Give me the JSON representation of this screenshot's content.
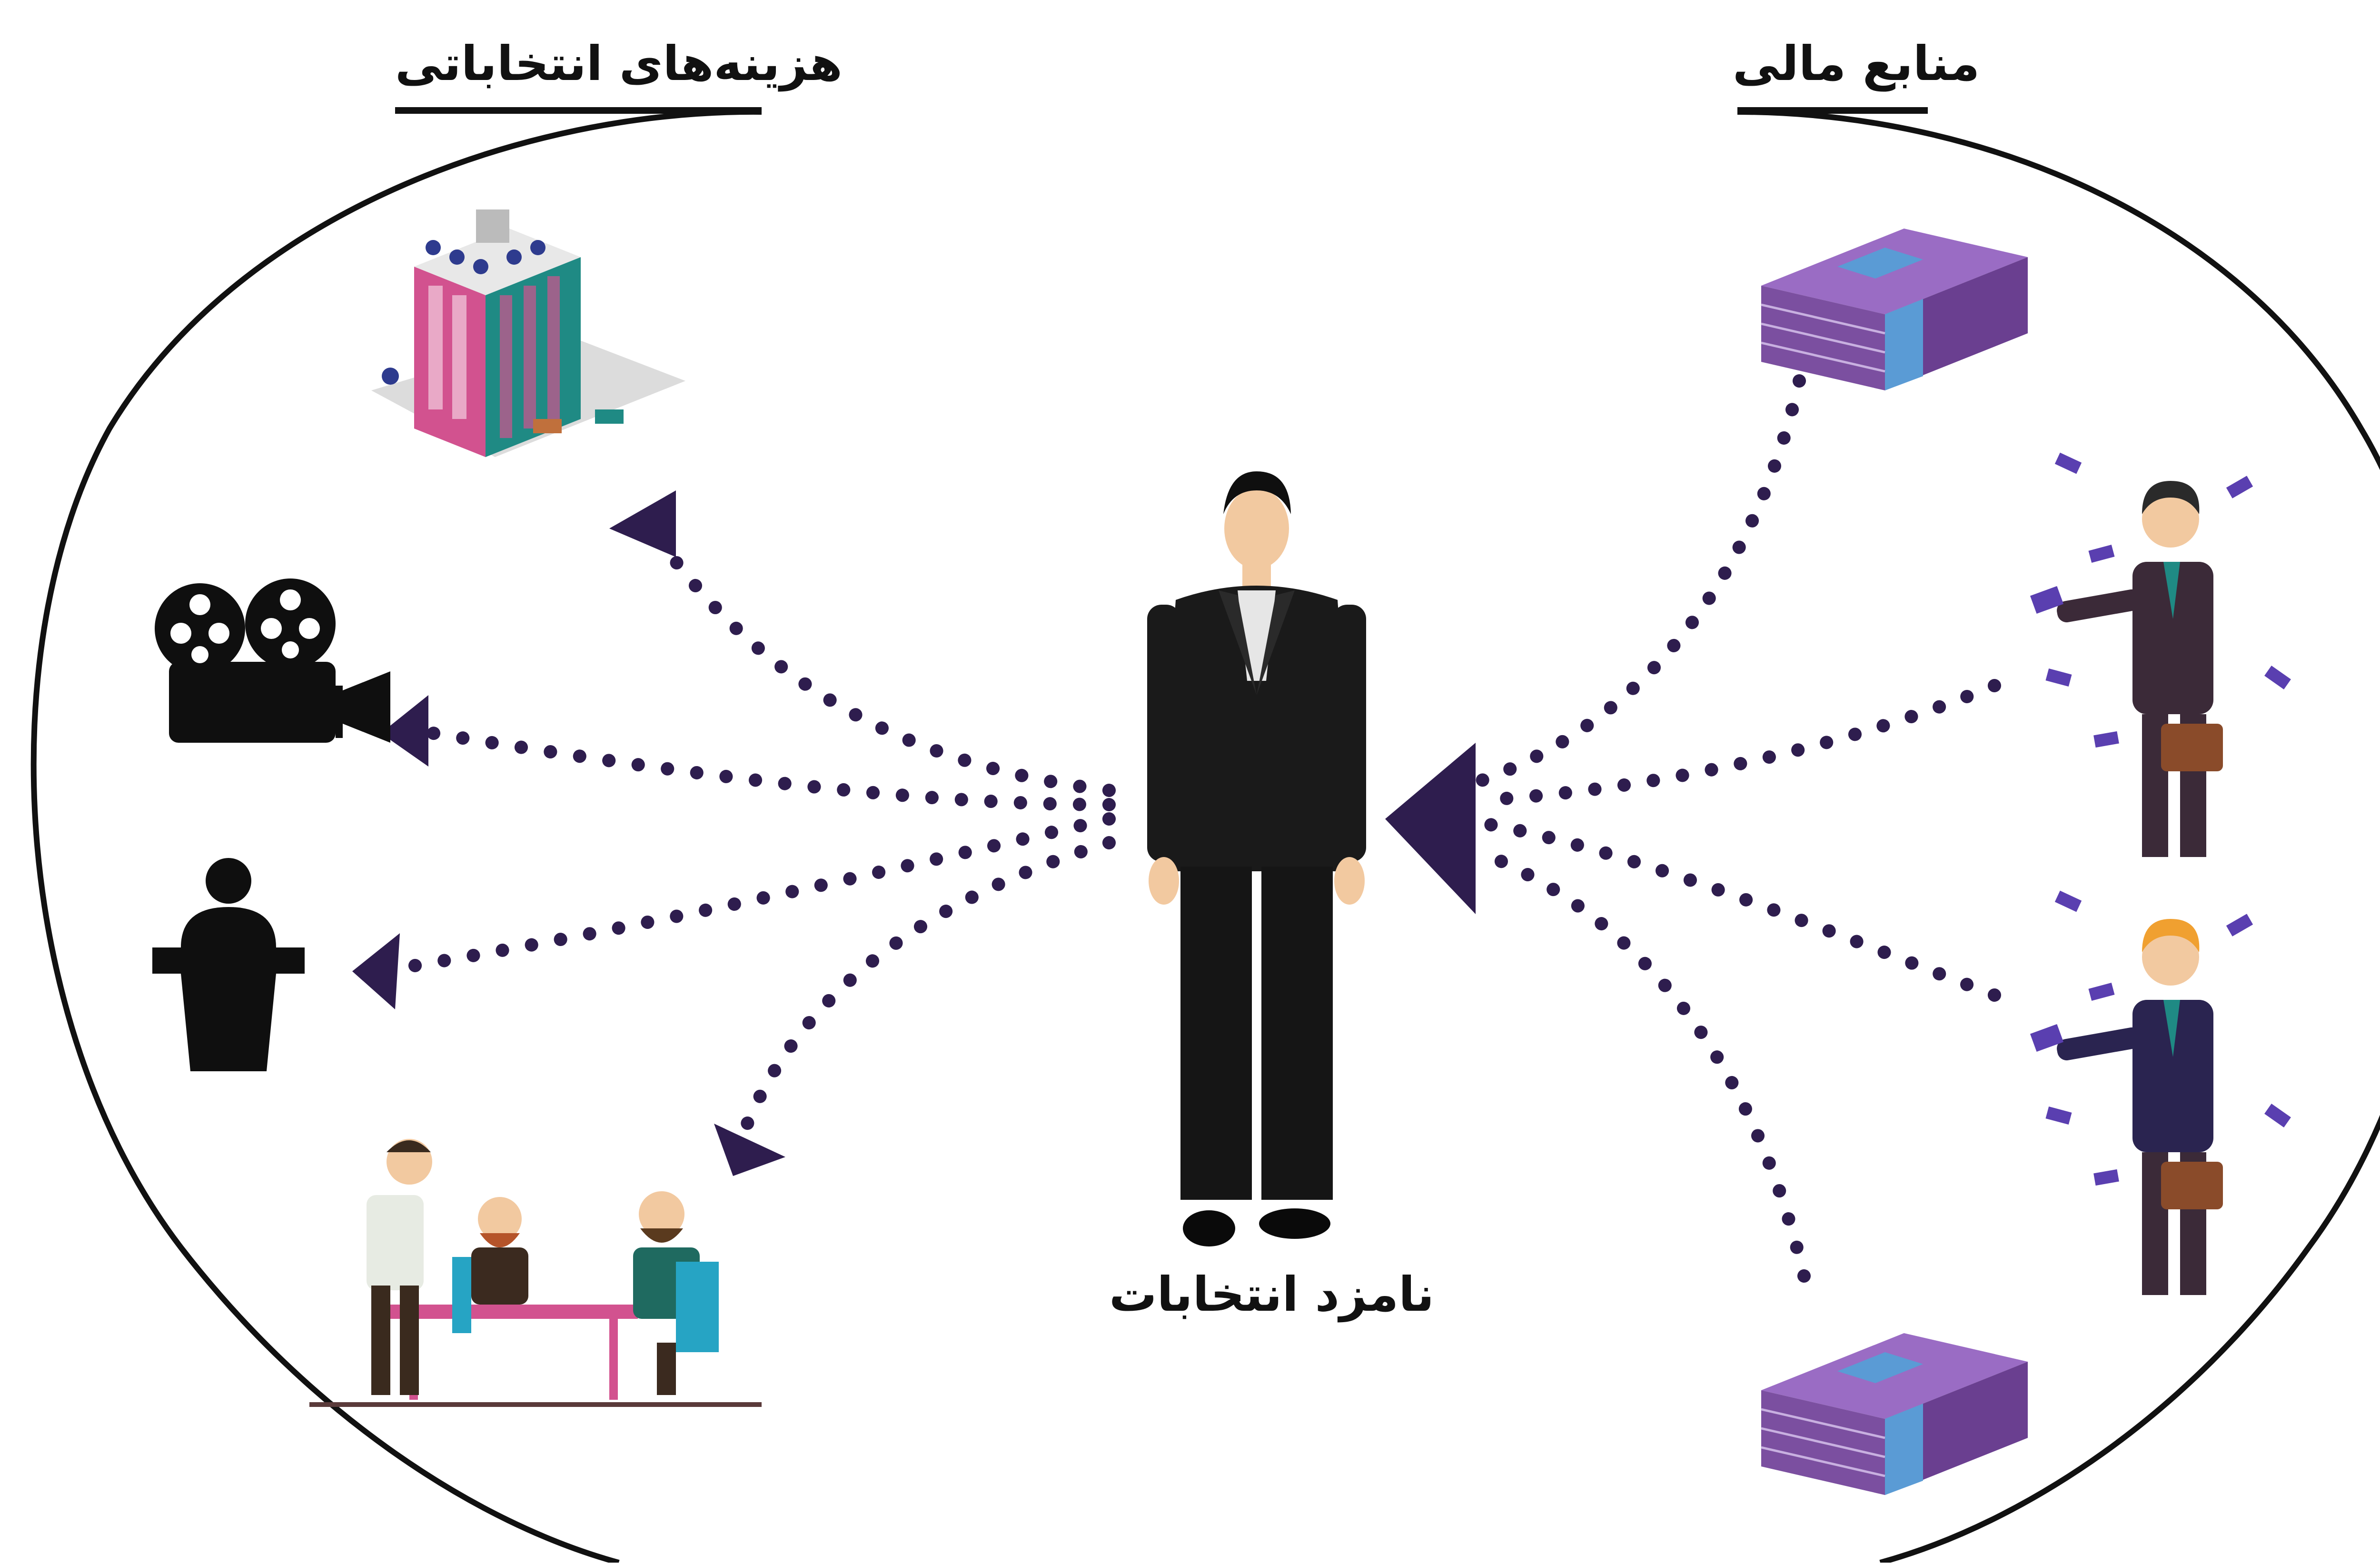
{
  "headings": {
    "costs": "هزینه‌های انتخاباتی",
    "sources": "منابع مالی"
  },
  "center": {
    "label": "نامزد انتخابات"
  },
  "cost_items": [
    {
      "icon": "office-building-icon"
    },
    {
      "icon": "movie-camera-icon"
    },
    {
      "icon": "speaker-podium-icon"
    },
    {
      "icon": "business-meeting-icon"
    }
  ],
  "source_items": [
    {
      "icon": "money-stack-icon"
    },
    {
      "icon": "businessman-with-money-icon"
    },
    {
      "icon": "businessman-with-money-icon"
    },
    {
      "icon": "money-stack-icon"
    }
  ],
  "colors": {
    "arrow": "#2e1d4e",
    "dots": "#2e1d4e",
    "outline": "#111111",
    "money": "#7b4fa0",
    "money_band": "#5a9bd5",
    "suit": "#1a1a1a",
    "skin": "#f2c9a0",
    "teal": "#1f8a84",
    "pink": "#d2528f"
  }
}
